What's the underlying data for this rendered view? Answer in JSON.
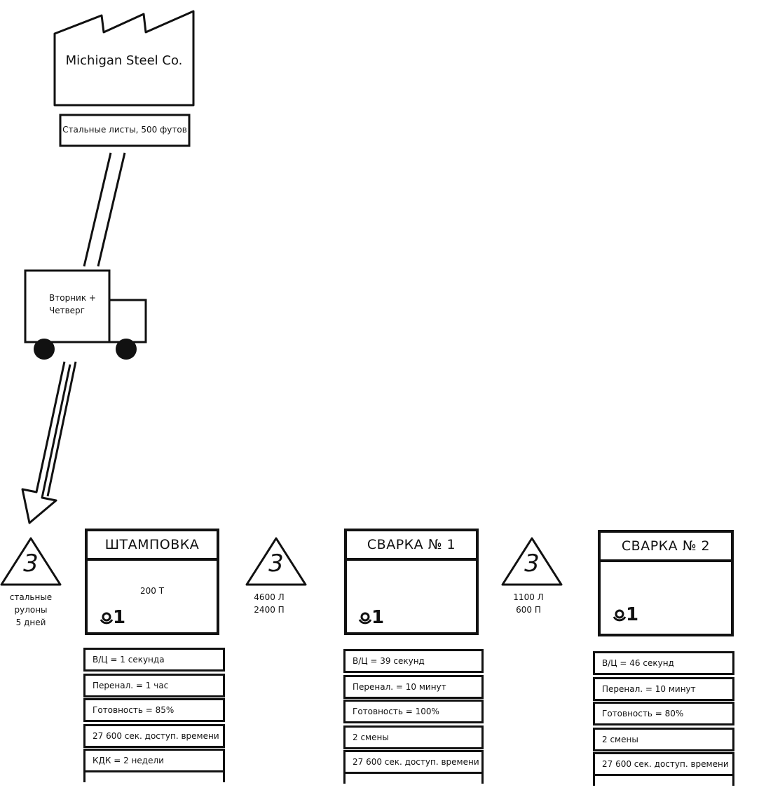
{
  "supplier": {
    "name": "Michigan Steel Co.",
    "order": "Стальные листы, 500 футов"
  },
  "truck": {
    "schedule_line1": "Вторник +",
    "schedule_line2": "Четверг"
  },
  "inventory": [
    {
      "count": "3",
      "lines": [
        "стальные",
        "рулоны",
        "5 дней"
      ]
    },
    {
      "count": "3",
      "lines": [
        "4600 Л",
        "2400 П"
      ]
    },
    {
      "count": "3",
      "lines": [
        "1100 Л",
        "600 П"
      ]
    }
  ],
  "processes": [
    {
      "title": "ШТАМПОВКА",
      "body": "200 Т",
      "operators": "1",
      "data": [
        "В/Ц = 1 секунда",
        "Перенал. = 1 час",
        "Готовность = 85%",
        "27 600 сек. доступ. времени",
        "КДК = 2 недели"
      ]
    },
    {
      "title": "СВАРКА № 1",
      "body": "",
      "operators": "1",
      "data": [
        "В/Ц = 39 секунд",
        "Перенал. = 10 минут",
        "Готовность = 100%",
        "2 смены",
        "27 600 сек. доступ. времени"
      ]
    },
    {
      "title": "СВАРКА № 2",
      "body": "",
      "operators": "1",
      "data": [
        "В/Ц = 46 секунд",
        "Перенал. = 10 минут",
        "Готовность = 80%",
        "2 смены",
        "27 600 сек. доступ. времени"
      ]
    }
  ]
}
